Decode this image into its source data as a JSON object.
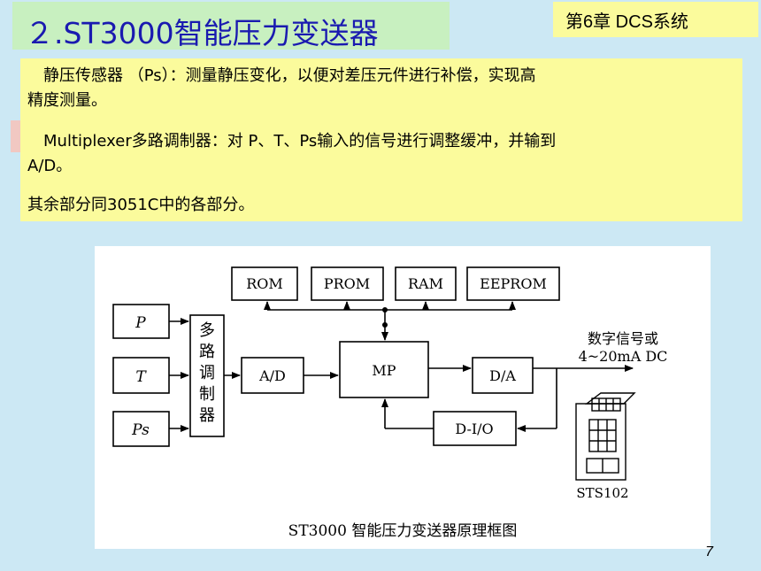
{
  "title": "２.ST3000智能压力变送器",
  "chapter": "第6章 DCS系统",
  "paragraphs": [
    [
      "　静压传感器 （Ps）：测量静压变化，以便对差压元件进行补偿，实现高",
      "精度测量。"
    ],
    [
      "　Multiplexer多路调制器：对 P、T、Ps输入的信号进行调整缓冲，并输到",
      "A/D。"
    ],
    [
      "其余部分同3051C中的各部分。"
    ]
  ],
  "diagram": {
    "inputs": [
      "P",
      "T",
      "Ps"
    ],
    "mux_label": [
      "多",
      "路",
      "调",
      "制",
      "器"
    ],
    "memory_blocks": [
      "ROM",
      "PROM",
      "RAM",
      "EEPROM"
    ],
    "ad": "A/D",
    "mp": "MP",
    "da": "D/A",
    "dio": "D-I/O",
    "output_label": [
      "数字信号或",
      "4~20mA DC"
    ],
    "device_label": "STS102",
    "caption": "ST3000 智能压力变送器原理框图"
  },
  "page_number": "7"
}
